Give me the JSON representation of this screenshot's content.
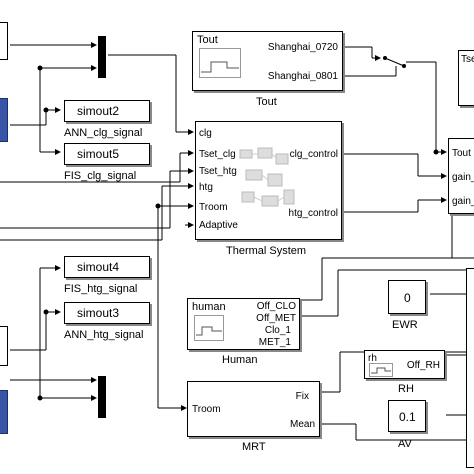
{
  "blocks": {
    "tout": {
      "title": "Tout",
      "in1": "Shanghai_0720",
      "in2": "Shanghai_0801",
      "caption": "Tout"
    },
    "simout2": {
      "label": "simout2",
      "caption": "ANN_clg_signal"
    },
    "simout5": {
      "label": "simout5",
      "caption": "FIS_clg_signal"
    },
    "simout4": {
      "label": "simout4",
      "caption": "FIS_htg_signal"
    },
    "simout3": {
      "label": "simout3",
      "caption": "ANN_htg_signal"
    },
    "thermal": {
      "inputs": [
        "clg",
        "Tset_clg",
        "Tset_htg",
        "htg",
        "Troom",
        "Adaptive"
      ],
      "outputs": [
        "clg_control",
        "htg_control"
      ],
      "caption": "Thermal System"
    },
    "right_partial": {
      "ports": [
        "Tout",
        "gain_",
        "gain_"
      ],
      "title": "Tse"
    },
    "human": {
      "title": "human",
      "outputs": [
        "Off_CLO",
        "Off_MET",
        "Clo_1",
        "MET_1"
      ],
      "caption": "Human"
    },
    "ewr": {
      "value": "0",
      "caption": "EWR"
    },
    "rh": {
      "title": "rh",
      "output": "Off_RH",
      "caption": "RH"
    },
    "av": {
      "value": "0.1",
      "caption": "AV"
    },
    "mrt": {
      "input": "Troom",
      "outputs": [
        "Fix",
        "Mean"
      ],
      "caption": "MRT"
    }
  }
}
